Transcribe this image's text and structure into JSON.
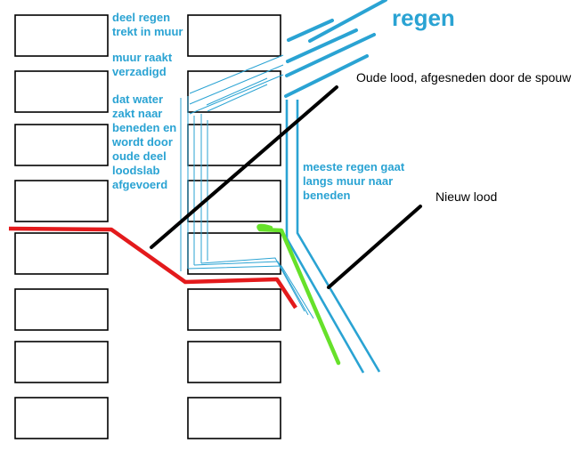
{
  "title": "regen",
  "annotations": {
    "partial_rain": "deel regen\ntrekt in muur",
    "wall_saturated": "muur raakt\nverzadigd",
    "water_drains": "dat water\nzakt naar\nbeneden en\nwordt door\noude deel\nloodslab\nafgevoerd",
    "most_rain": "meeste regen gaat\nlangs muur naar\nbeneden"
  },
  "labels": {
    "old_lead": "Oude lood, afgesneden door de spouw",
    "new_lead": "Nieuw lood"
  },
  "colors": {
    "rain_blue": "#2aa3d3",
    "old_lead_red": "#e31a1c",
    "new_lead_green": "#66e12a",
    "pointer_black": "#000000",
    "brick_outline": "#000000"
  }
}
